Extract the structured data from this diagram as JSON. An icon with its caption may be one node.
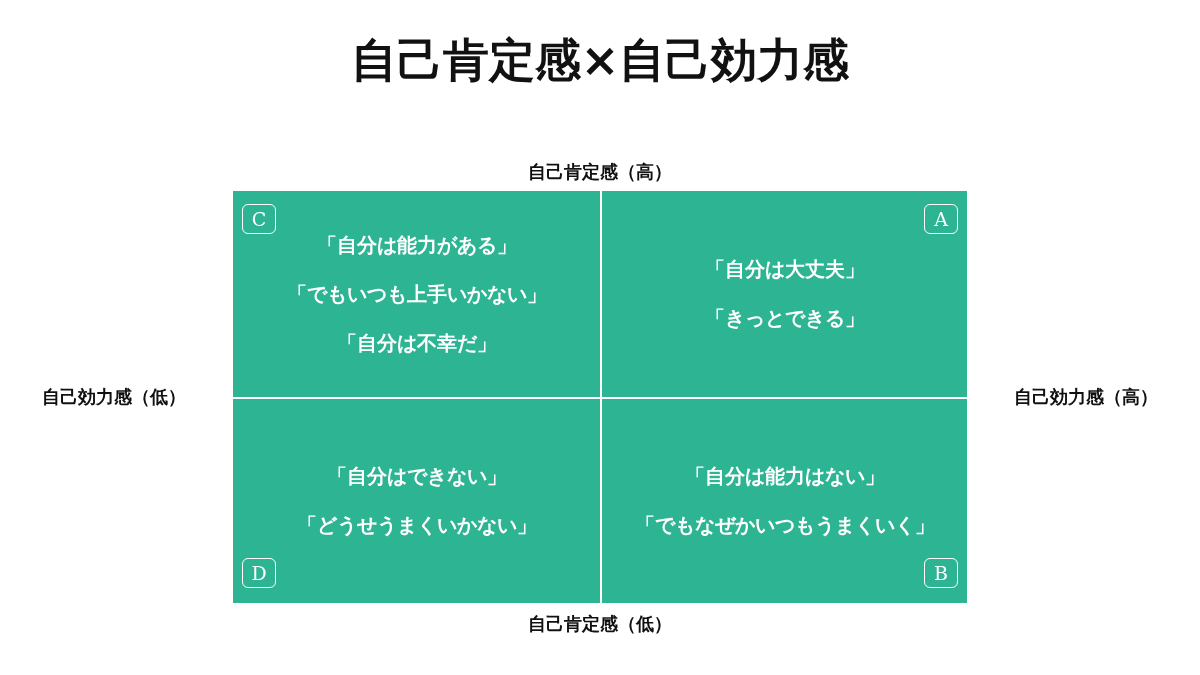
{
  "diagram": {
    "title": "自己肯定感×自己効力感",
    "nodes": [
      {
        "text": [
          "「自分は能力がある」",
          "「でもいつも上手いかない」",
          "「自分は不幸だ」"
        ]
      },
      {
        "text": [
          "C"
        ],
        "in": 0
      },
      {
        "text": [
          "「自分は大丈夫」",
          "「きっとできる」"
        ]
      },
      {
        "text": [
          "A"
        ],
        "in": 2
      },
      {
        "text": [
          "「自分はできない」",
          "「どうせうまくいかない」"
        ]
      },
      {
        "text": [
          "D"
        ],
        "in": 4
      },
      {
        "text": [
          "「自分は能力はない」",
          "「でもなぜかいつもうまくいく」"
        ]
      },
      {
        "text": [
          "B"
        ],
        "in": 6
      }
    ],
    "edges": [],
    "labels": [
      "自己肯定感（高）",
      "自己効力感（低）",
      "自己効力感（高）",
      "自己肯定感（低）"
    ]
  }
}
